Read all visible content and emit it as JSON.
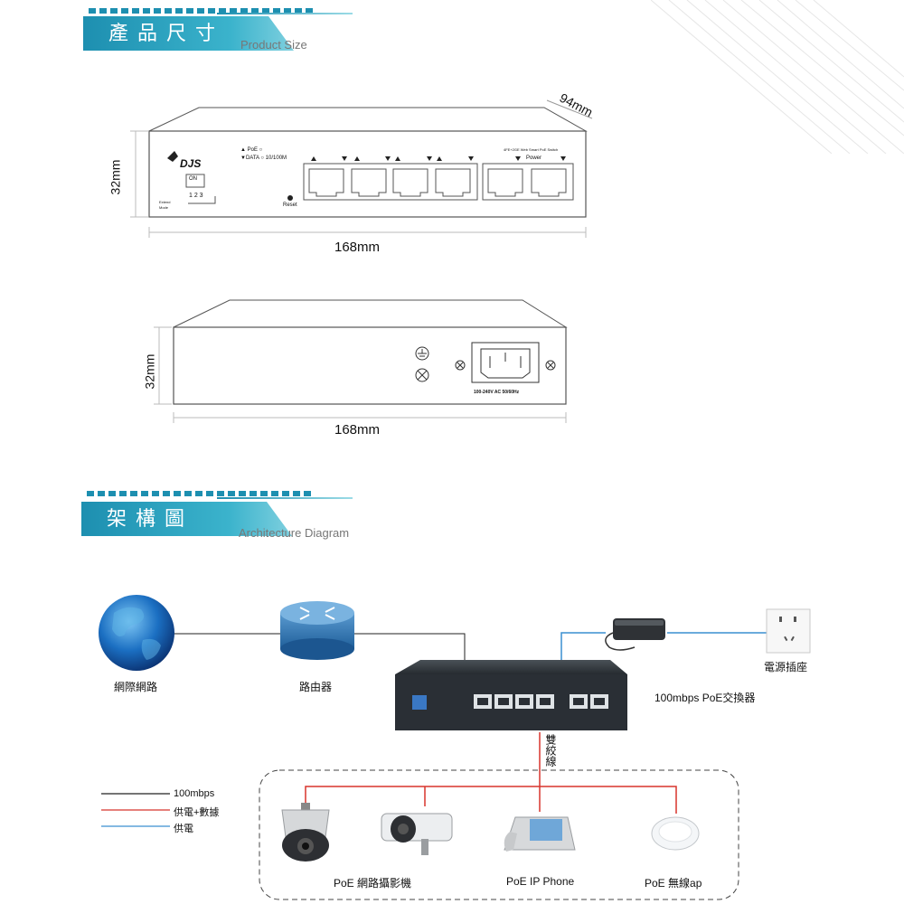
{
  "sections": {
    "product_size": {
      "title": "產品尺寸",
      "subtitle": "Product Size"
    },
    "architecture": {
      "title": "架構圖",
      "subtitle": "Architecture Diagram"
    }
  },
  "front_view": {
    "depth": "94mm",
    "height": "32mm",
    "width": "168mm",
    "brand": "DJS",
    "led_poe": "▲ PoE ○",
    "led_data": "▼DATA ○ 10/100M",
    "dip_on": "ON",
    "dip_numbers": "1 2 3",
    "extend_mode": "Extend Mode",
    "reset": "Reset",
    "model_text": "4FE+2GE Web Smart PoE Switch",
    "power": "Power"
  },
  "rear_view": {
    "height": "32mm",
    "width": "168mm",
    "ac_rating": "100-240V  AC 50/60Hz"
  },
  "diagram": {
    "internet": "網際網路",
    "router": "路由器",
    "switch_label": "100mbps PoE交換器",
    "power_socket": "電源插座",
    "cable": "雙絞線",
    "camera_label": "PoE 網路攝影機",
    "phone_label": "PoE IP Phone",
    "ap_label": "PoE 無線ap"
  },
  "legend": [
    {
      "label": "100mbps",
      "color": "#222222"
    },
    {
      "label": "供電+數據",
      "color": "#d8342c"
    },
    {
      "label": "供電",
      "color": "#3a8fd0"
    }
  ],
  "colors": {
    "accent": "#1d8fb0",
    "data_power": "#d8342c",
    "power": "#3a8fd0"
  }
}
